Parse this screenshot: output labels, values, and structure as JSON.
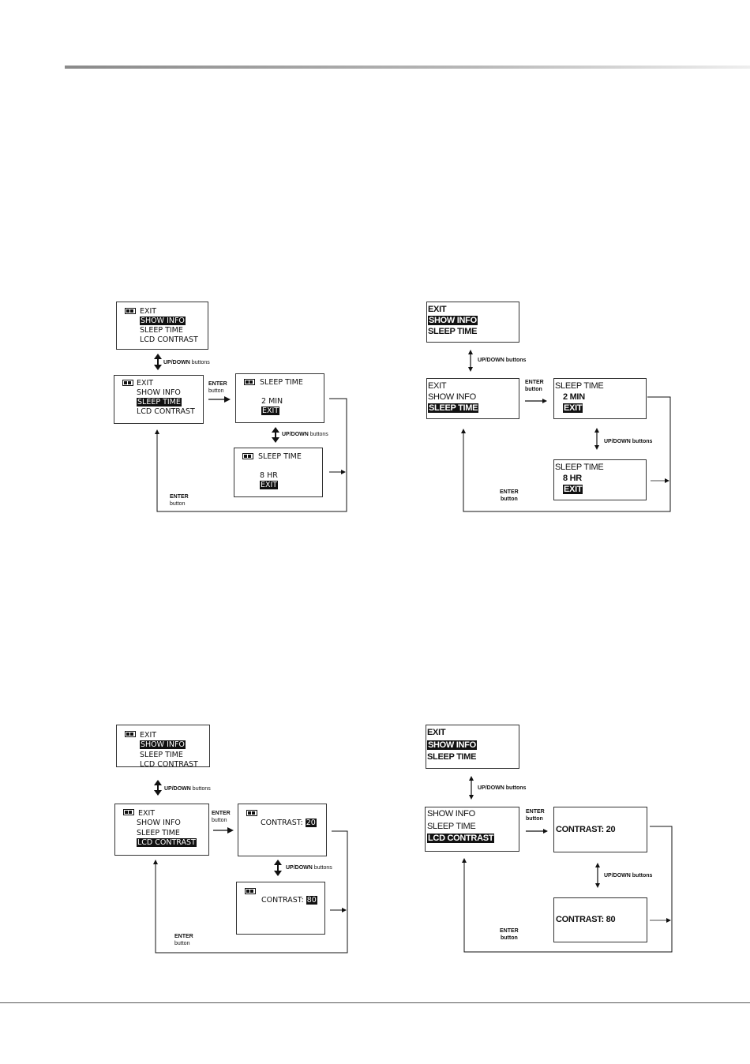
{
  "labels": {
    "updown": "UP/DOWN",
    "buttons": "buttons",
    "updown_buttons": "UP/DOWN buttons",
    "enter": "ENTER",
    "button": "button"
  },
  "menu": {
    "exit": "EXIT",
    "show_info": "SHOW INFO",
    "sleep_time": "SLEEP TIME",
    "lcd_contrast": "LCD CONTRAST"
  },
  "sleep": {
    "title": "SLEEP TIME",
    "value_min": "2 MIN",
    "value_max": "8 HR",
    "exit": "EXIT"
  },
  "contrast": {
    "label": "CONTRAST:",
    "label_bold": "CONTRAST:",
    "value_min": "20",
    "value_max": "80"
  },
  "icons": {
    "battery": "battery-icon"
  }
}
